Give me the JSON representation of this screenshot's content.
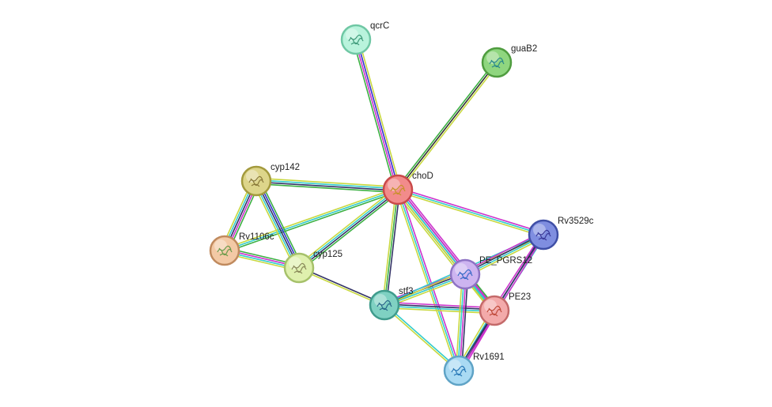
{
  "network": {
    "nodes": [
      {
        "id": "choD",
        "label": "choD",
        "fill": "#f28b8b",
        "stroke": "#c94a4a",
        "glyph": "#c8902a"
      },
      {
        "id": "qcrC",
        "label": "qcrC",
        "fill": "#b9f3dc",
        "stroke": "#6fc7a4",
        "glyph": "#3f9a7a"
      },
      {
        "id": "guaB2",
        "label": "guaB2",
        "fill": "#8fd67f",
        "stroke": "#4f9c3f",
        "glyph": "#2a8a8a"
      },
      {
        "id": "cyp142",
        "label": "cyp142",
        "fill": "#ddd58a",
        "stroke": "#a39a3d",
        "glyph": "#8a7a3a"
      },
      {
        "id": "Rv1106c",
        "label": "Rv1106c",
        "fill": "#f3c9a5",
        "stroke": "#c08a5e",
        "glyph": "#6a9a4a"
      },
      {
        "id": "cyp125",
        "label": "cyp125",
        "fill": "#dff0ae",
        "stroke": "#a6c16a",
        "glyph": "#8a8a5a"
      },
      {
        "id": "stf3",
        "label": "stf3",
        "fill": "#7fd1c2",
        "stroke": "#3f9b8c",
        "glyph": "#2a6a8a"
      },
      {
        "id": "PE_PGRS12",
        "label": "PE_PGRS12",
        "fill": "#cdb4f0",
        "stroke": "#8e73c4",
        "glyph": "#3a6ac8"
      },
      {
        "id": "Rv3529c",
        "label": "Rv3529c",
        "fill": "#7f8ee0",
        "stroke": "#3f4fa6",
        "glyph": "#3a3a9a"
      },
      {
        "id": "PE23",
        "label": "PE23",
        "fill": "#f3aaaa",
        "stroke": "#c46a6a",
        "glyph": "#c04a3a"
      },
      {
        "id": "Rv1691",
        "label": "Rv1691",
        "fill": "#a9daf3",
        "stroke": "#5fa3c6",
        "glyph": "#2a7ab8"
      }
    ],
    "edges": [
      {
        "source": "choD",
        "target": "qcrC",
        "evidence": [
          "#3cb043",
          "#cc33cc",
          "#3333cc",
          "#c8d840"
        ]
      },
      {
        "source": "choD",
        "target": "guaB2",
        "evidence": [
          "#3cb043",
          "#333333",
          "#c8d840"
        ]
      },
      {
        "source": "choD",
        "target": "cyp142",
        "evidence": [
          "#3cb043",
          "#333366",
          "#33cccc",
          "#c8d840"
        ]
      },
      {
        "source": "choD",
        "target": "Rv1106c",
        "evidence": [
          "#3cb043",
          "#33cccc",
          "#c8d840"
        ]
      },
      {
        "source": "choD",
        "target": "cyp125",
        "evidence": [
          "#3cb043",
          "#333366",
          "#33cccc",
          "#c8d840"
        ]
      },
      {
        "source": "choD",
        "target": "stf3",
        "evidence": [
          "#333366",
          "#3cb043",
          "#c8d840"
        ]
      },
      {
        "source": "choD",
        "target": "PE_PGRS12",
        "evidence": [
          "#cc33cc",
          "#333366",
          "#3333cc",
          "#3cb043",
          "#c8d840"
        ]
      },
      {
        "source": "choD",
        "target": "Rv3529c",
        "evidence": [
          "#cc33cc",
          "#33cccc",
          "#c8d840"
        ]
      },
      {
        "source": "choD",
        "target": "PE23",
        "evidence": [
          "#cc33cc",
          "#33cccc",
          "#c8d840"
        ]
      },
      {
        "source": "choD",
        "target": "Rv1691",
        "evidence": [
          "#cc33cc",
          "#33cccc",
          "#c8d840"
        ]
      },
      {
        "source": "cyp142",
        "target": "Rv1106c",
        "evidence": [
          "#3cb043",
          "#cc33cc",
          "#333366",
          "#33cccc",
          "#c8d840"
        ]
      },
      {
        "source": "cyp142",
        "target": "cyp125",
        "evidence": [
          "#3cb043",
          "#3333cc",
          "#333366",
          "#33cccc",
          "#c8d840"
        ]
      },
      {
        "source": "Rv1106c",
        "target": "cyp125",
        "evidence": [
          "#3cb043",
          "#cc33cc",
          "#33cccc",
          "#c8d840"
        ]
      },
      {
        "source": "cyp125",
        "target": "stf3",
        "evidence": [
          "#333366",
          "#c8d840"
        ]
      },
      {
        "source": "stf3",
        "target": "PE_PGRS12",
        "evidence": [
          "#cc33cc",
          "#333366",
          "#33cccc",
          "#c8d840"
        ]
      },
      {
        "source": "stf3",
        "target": "PE23",
        "evidence": [
          "#cc33cc",
          "#333366",
          "#33cccc",
          "#c8d840"
        ]
      },
      {
        "source": "stf3",
        "target": "Rv1691",
        "evidence": [
          "#33cccc",
          "#c8d840"
        ]
      },
      {
        "source": "stf3",
        "target": "Rv3529c",
        "evidence": [
          "#33cccc",
          "#c8d840"
        ]
      },
      {
        "source": "PE_PGRS12",
        "target": "Rv3529c",
        "evidence": [
          "#cc33cc",
          "#333366",
          "#33cccc",
          "#c8d840"
        ]
      },
      {
        "source": "PE_PGRS12",
        "target": "PE23",
        "evidence": [
          "#3cb043",
          "#cc33cc",
          "#33cccc",
          "#c8d840"
        ]
      },
      {
        "source": "PE_PGRS12",
        "target": "Rv1691",
        "evidence": [
          "#333366",
          "#cc33cc",
          "#33cccc",
          "#c8d840"
        ]
      },
      {
        "source": "PE23",
        "target": "Rv3529c",
        "evidence": [
          "#cc33cc",
          "#333366",
          "#33cccc"
        ]
      },
      {
        "source": "PE23",
        "target": "Rv1691",
        "evidence": [
          "#cc33cc",
          "#333366",
          "#33cccc",
          "#c8d840"
        ]
      },
      {
        "source": "Rv3529c",
        "target": "Rv1691",
        "evidence": [
          "#cc33cc",
          "#333366"
        ]
      }
    ]
  }
}
